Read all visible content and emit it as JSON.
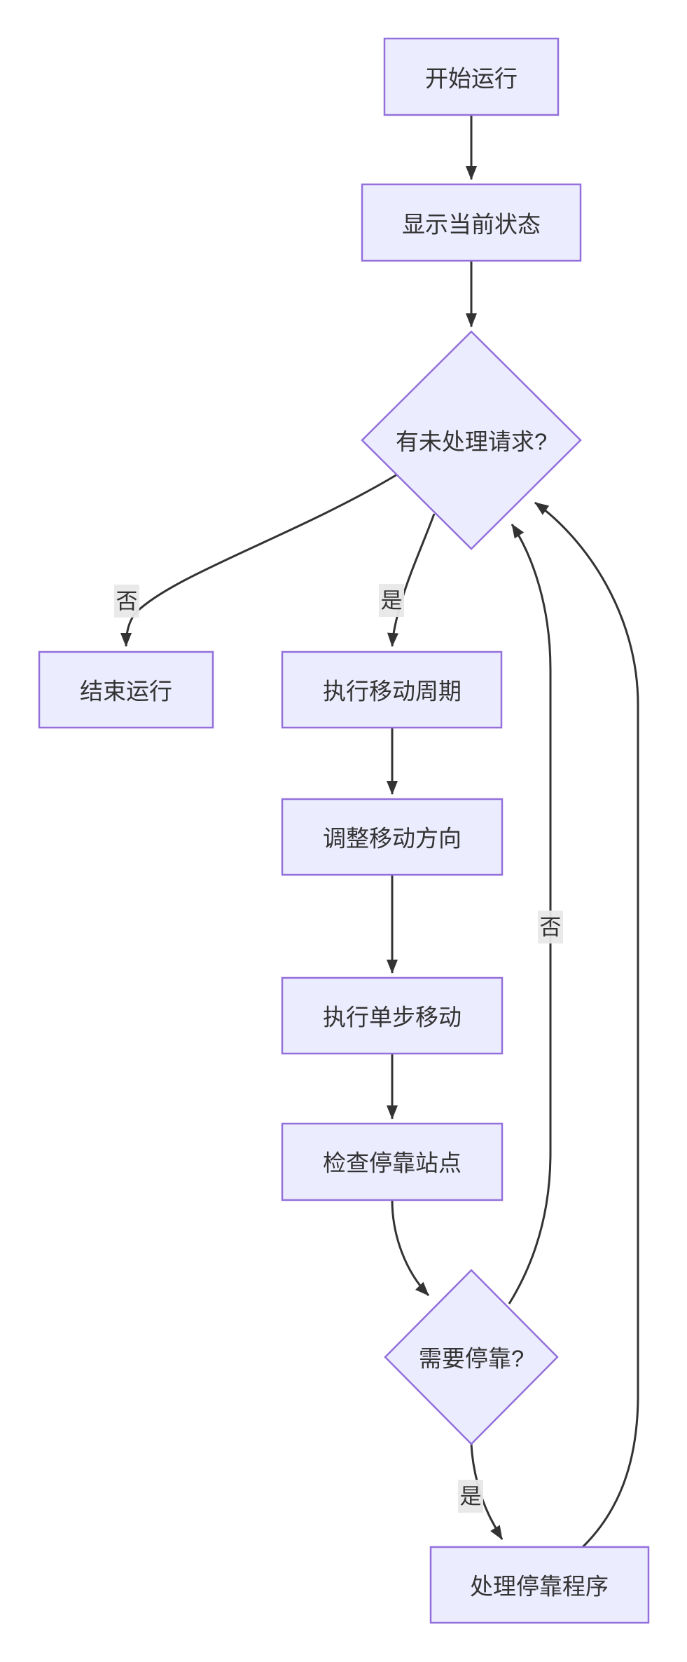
{
  "diagram": {
    "type": "flowchart",
    "direction": "top-down"
  },
  "colors": {
    "node_fill": "#ECECFF",
    "node_border": "#9370DB",
    "edge_line": "#333333",
    "edge_label_bg": "#e8e8e8",
    "text": "#333333",
    "background": "#ffffff"
  },
  "nodes": {
    "start": {
      "label": "开始运行",
      "shape": "rect"
    },
    "show_status": {
      "label": "显示当前状态",
      "shape": "rect"
    },
    "has_requests": {
      "label": "有未处理请求?",
      "shape": "diamond"
    },
    "end_run": {
      "label": "结束运行",
      "shape": "rect"
    },
    "run_move_cycle": {
      "label": "执行移动周期",
      "shape": "rect"
    },
    "adjust_direction": {
      "label": "调整移动方向",
      "shape": "rect"
    },
    "single_step": {
      "label": "执行单步移动",
      "shape": "rect"
    },
    "check_stations": {
      "label": "检查停靠站点",
      "shape": "rect"
    },
    "need_dock": {
      "label": "需要停靠?",
      "shape": "diamond"
    },
    "handle_dock": {
      "label": "处理停靠程序",
      "shape": "rect"
    }
  },
  "edges": [
    {
      "from": "开始运行",
      "to": "显示当前状态",
      "label": ""
    },
    {
      "from": "显示当前状态",
      "to": "有未处理请求?",
      "label": ""
    },
    {
      "from": "有未处理请求?",
      "to": "结束运行",
      "label": "否"
    },
    {
      "from": "有未处理请求?",
      "to": "执行移动周期",
      "label": "是"
    },
    {
      "from": "执行移动周期",
      "to": "调整移动方向",
      "label": ""
    },
    {
      "from": "调整移动方向",
      "to": "执行单步移动",
      "label": ""
    },
    {
      "from": "执行单步移动",
      "to": "检查停靠站点",
      "label": ""
    },
    {
      "from": "检查停靠站点",
      "to": "需要停靠?",
      "label": ""
    },
    {
      "from": "需要停靠?",
      "to": "处理停靠程序",
      "label": "是"
    },
    {
      "from": "需要停靠?",
      "to": "有未处理请求?",
      "label": "否"
    },
    {
      "from": "处理停靠程序",
      "to": "有未处理请求?",
      "label": ""
    }
  ]
}
